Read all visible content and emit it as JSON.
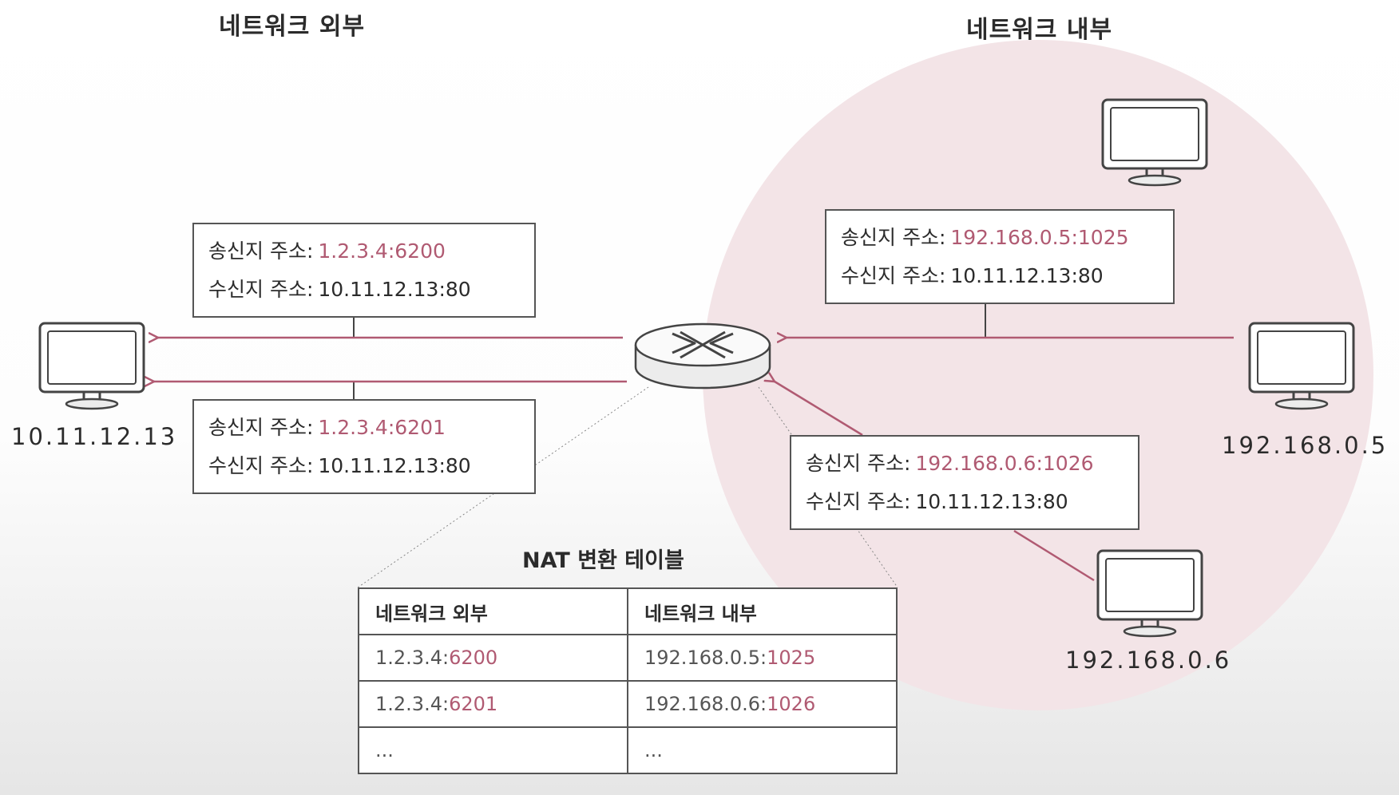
{
  "titles": {
    "outside": "네트워크 외부",
    "inside": "네트워크 내부"
  },
  "colors": {
    "accent": "#b05a72",
    "inside_area": "#f3e4e7",
    "line": "#555555"
  },
  "hosts": {
    "external_ip": "10.11.12.13",
    "internal_top_ip": "",
    "internal_right_ip": "192.168.0.5",
    "internal_bottom_ip": "192.168.0.6"
  },
  "packets": {
    "ext_top": {
      "src_label": "송신지 주소:",
      "src_value": "1.2.3.4:6200",
      "dst_label": "수신지 주소:",
      "dst_value": "10.11.12.13:80"
    },
    "ext_bottom": {
      "src_label": "송신지 주소:",
      "src_value": "1.2.3.4:6201",
      "dst_label": "수신지 주소:",
      "dst_value": "10.11.12.13:80"
    },
    "int_top": {
      "src_label": "송신지 주소:",
      "src_value": "192.168.0.5:1025",
      "dst_label": "수신지 주소:",
      "dst_value": "10.11.12.13:80"
    },
    "int_bottom": {
      "src_label": "송신지 주소:",
      "src_value": "192.168.0.6:1026",
      "dst_label": "수신지 주소:",
      "dst_value": "10.11.12.13:80"
    }
  },
  "nat_table": {
    "title": "NAT 변환 테이블",
    "headers": [
      "네트워크 외부",
      "네트워크 내부"
    ],
    "rows": [
      {
        "outside_ip": "1.2.3.4:",
        "outside_port": "6200",
        "inside_ip": "192.168.0.5:",
        "inside_port": "1025"
      },
      {
        "outside_ip": "1.2.3.4:",
        "outside_port": "6201",
        "inside_ip": "192.168.0.6:",
        "inside_port": "1026"
      },
      {
        "outside_ip": "...",
        "outside_port": "",
        "inside_ip": "...",
        "inside_port": ""
      }
    ]
  },
  "icons": [
    "monitor-icon",
    "router-icon",
    "arrow-left-icon"
  ]
}
